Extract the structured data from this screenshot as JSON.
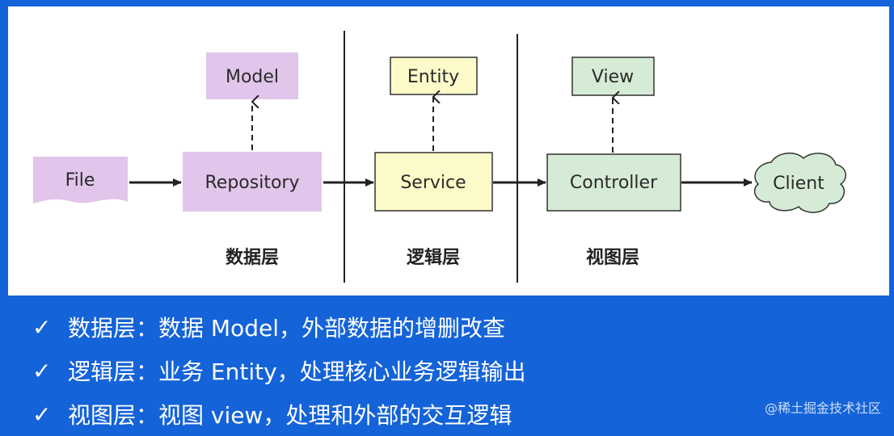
{
  "diagram": {
    "nodes": {
      "file": "File",
      "repository": "Repository",
      "model": "Model",
      "service": "Service",
      "entity": "Entity",
      "controller": "Controller",
      "view": "View",
      "client": "Client"
    },
    "layers": {
      "data": "数据层",
      "logic": "逻辑层",
      "view": "视图层"
    },
    "colors": {
      "purple": "#e1c5ea",
      "yellow": "#fdfac9",
      "green": "#d6ebd5",
      "background": "#1463d8"
    }
  },
  "bullets": [
    {
      "text": "数据层：数据 Model，外部数据的增删改查"
    },
    {
      "text": "逻辑层：业务 Entity，处理核心业务逻辑输出"
    },
    {
      "text": "视图层：视图 view，处理和外部的交互逻辑"
    }
  ],
  "check_symbol": "✓",
  "watermark": "@稀土掘金技术社区"
}
